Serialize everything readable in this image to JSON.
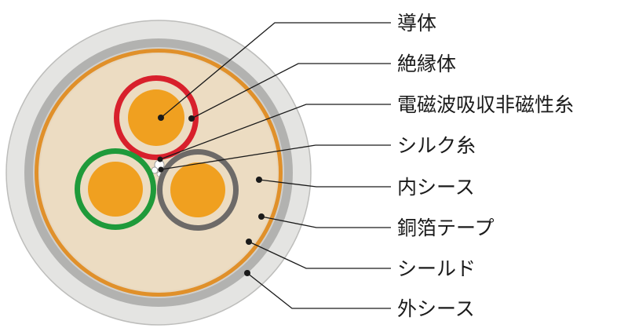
{
  "diagram": {
    "labels": [
      "導体",
      "絶縁体",
      "電磁波吸収非磁性糸",
      "シルク糸",
      "内シース",
      "銅箔テープ",
      "シールド",
      "外シース"
    ]
  },
  "colors": {
    "outer_sheath": "#e4e4e2",
    "shield": "#b2b2b0",
    "copper_tape": "#e0902a",
    "inner_sheath": "#ecdcc2",
    "conductor": "#f0a020",
    "insulation_red": "#d8202c",
    "insulation_green": "#1f9a3a",
    "insulation_grey": "#6d6a68",
    "silk_thread": "#ffffff",
    "leader_line": "#1a1a1a"
  }
}
